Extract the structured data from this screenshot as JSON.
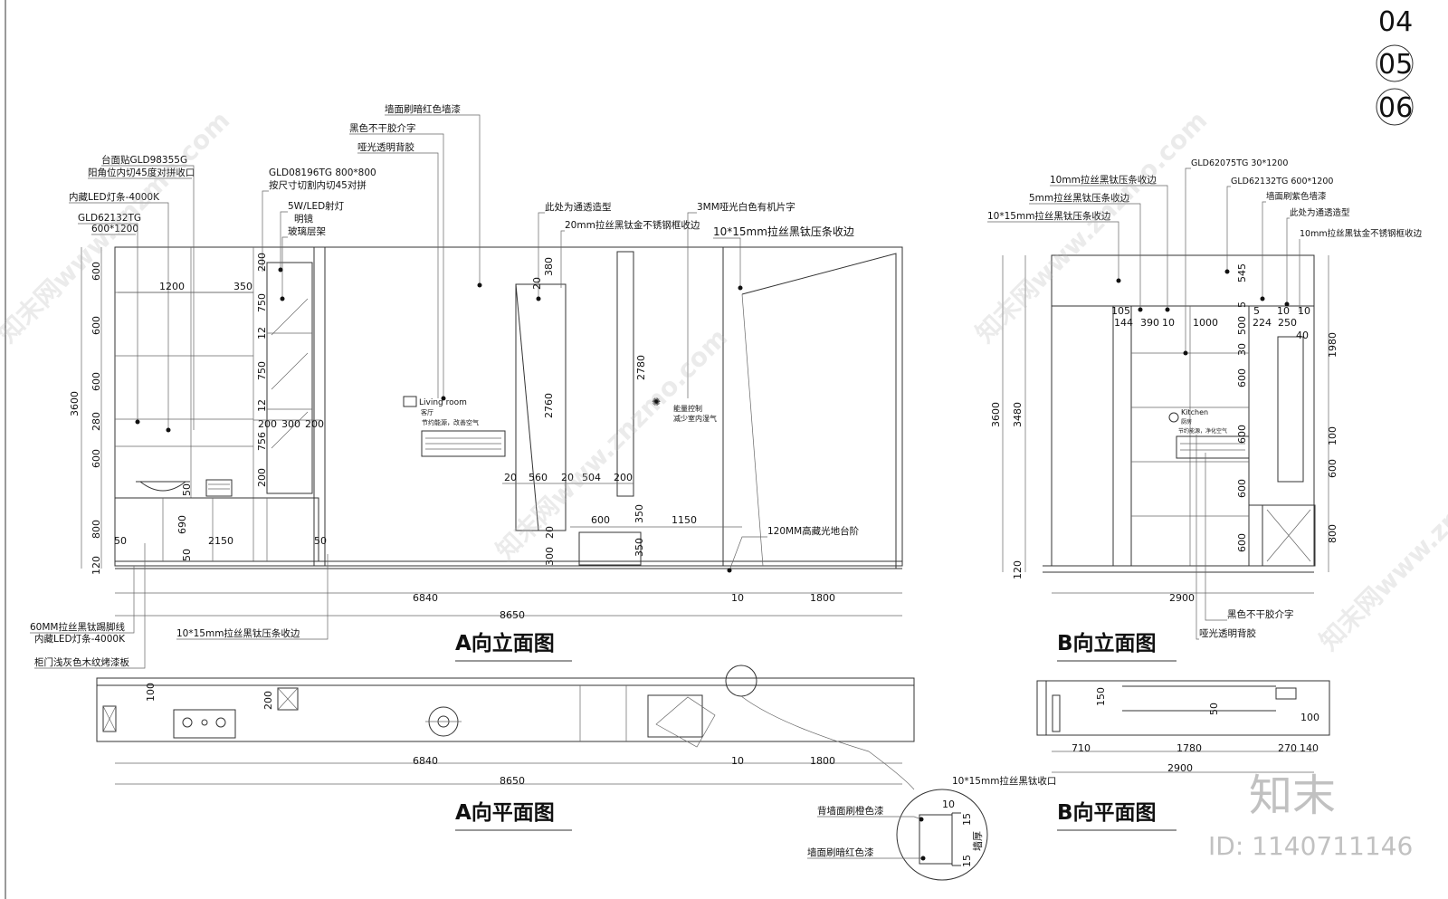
{
  "sheet_numbers": [
    "04",
    "05",
    "06"
  ],
  "titles": {
    "a_elev": "A向立面图",
    "b_elev": "B向立面图",
    "a_plan": "A向平面图",
    "b_plan": "B向平面图"
  },
  "a_elev": {
    "labels_left": [
      "台面贴GLD98355G",
      "阳角位内切45度对拼收口",
      "内藏LED灯条-4000K",
      "GLD62132TG",
      "600*1200"
    ],
    "labels_mid": [
      "GLD08196TG 800*800",
      "按尺寸切割内切45对拼",
      "5W/LED射灯",
      "明镜",
      "玻璃层架"
    ],
    "labels_top": [
      "墙面刷暗红色墙漆",
      "黑色不干胶介字",
      "哑光透明背胶"
    ],
    "labels_right": [
      "此处为通透造型",
      "20mm拉丝黑钛金不锈钢框收边",
      "3MM哑光白色有机片字",
      "10*15mm拉丝黑钛压条收边"
    ],
    "labels_bottom": [
      "60MM拉丝黑钛踢脚线",
      "内藏LED灯条-4000K",
      "柜门浅灰色木纹烤漆板"
    ],
    "label_trim": "10*15mm拉丝黑钛压条收边",
    "label_step": "120MM高藏光地台阶",
    "sign_title": "Living room",
    "sign_sub": "客厅",
    "sign_slogan": "节约能源，改善空气",
    "sign2": "能量控制",
    "sign2_sub": "减少室内湿气",
    "dims": {
      "left_v": [
        "600",
        "600",
        "600",
        "280",
        "600",
        "800",
        "120"
      ],
      "total_v": "3600",
      "top_h": [
        "1200",
        "350"
      ],
      "shelf_v": [
        "200",
        "750",
        "12",
        "750",
        "12",
        "756",
        "200"
      ],
      "shelf_h": [
        "200",
        "300",
        "200"
      ],
      "cab": [
        "50",
        "690",
        "2150",
        "50",
        "50",
        "50"
      ],
      "panel": [
        "20",
        "380",
        "2760",
        "20",
        "560",
        "20",
        "504",
        "200",
        "2780"
      ],
      "low": [
        "600",
        "350",
        "1150",
        "20",
        "300",
        "350"
      ],
      "bottom": [
        "6840",
        "10",
        "1800",
        "8650"
      ]
    }
  },
  "b_elev": {
    "labels": [
      "10mm拉丝黑钛压条收边",
      "5mm拉丝黑钛压条收边",
      "10*15mm拉丝黑钛压条收边",
      "GLD62075TG 30*1200",
      "GLD62132TG 600*1200",
      "墙面刷紫色墙漆",
      "此处为通透造型",
      "10mm拉丝黑钛金不锈钢框收边"
    ],
    "labels_bottom": [
      "黑色不干胶介字",
      "哑光透明背胶"
    ],
    "sign_title": "Kitchen",
    "sign_sub": "厨房",
    "sign_slogan": "节约能源，净化空气",
    "dims": {
      "top_h": [
        "10",
        "5",
        "144",
        "390",
        "10",
        "1000",
        "5",
        "10",
        "224",
        "250",
        "10",
        "40"
      ],
      "mid_v": [
        "545",
        "5",
        "500",
        "30",
        "600",
        "600",
        "600",
        "600"
      ],
      "right_v": [
        "1980",
        "100",
        "600",
        "800"
      ],
      "left_v": [
        "3600",
        "3480",
        "120"
      ],
      "bottom": "2900"
    }
  },
  "a_plan": {
    "dims": [
      "100",
      "200",
      "6840",
      "10",
      "1800",
      "8650"
    ]
  },
  "b_plan": {
    "dims": [
      "150",
      "50",
      "100",
      "710",
      "1780",
      "270",
      "140",
      "2900"
    ]
  },
  "detail": {
    "labels": [
      "10*15mm拉丝黑钛收口",
      "背墙面刷橙色漆",
      "墙面刷暗红色漆"
    ],
    "dims": [
      "10",
      "15",
      "15",
      "墙厚"
    ]
  },
  "watermark": {
    "brand": "知末",
    "text": "知末网www.znzmo.com",
    "id": "ID: 1140711146"
  }
}
